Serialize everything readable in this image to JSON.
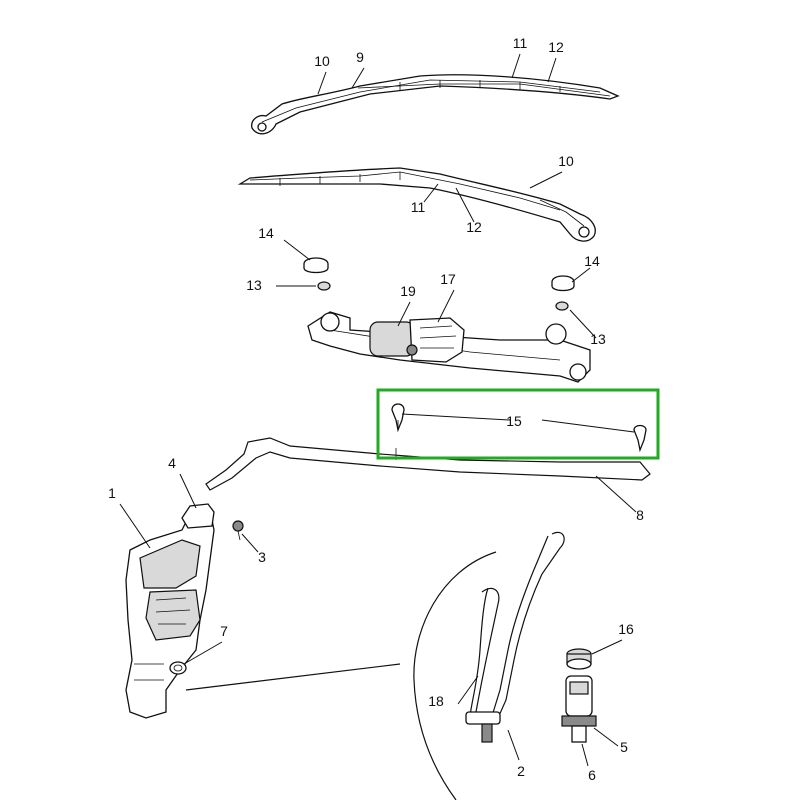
{
  "diagram": {
    "highlight_color": "#22aa22",
    "line_color": "#111111",
    "callouts": [
      {
        "id": "c1",
        "label": "1"
      },
      {
        "id": "c2",
        "label": "2"
      },
      {
        "id": "c3",
        "label": "3"
      },
      {
        "id": "c4",
        "label": "4"
      },
      {
        "id": "c5",
        "label": "5"
      },
      {
        "id": "c6",
        "label": "6"
      },
      {
        "id": "c7",
        "label": "7"
      },
      {
        "id": "c8",
        "label": "8"
      },
      {
        "id": "c9",
        "label": "9"
      },
      {
        "id": "c10a",
        "label": "10"
      },
      {
        "id": "c10b",
        "label": "10"
      },
      {
        "id": "c11a",
        "label": "11"
      },
      {
        "id": "c11b",
        "label": "11"
      },
      {
        "id": "c12a",
        "label": "12"
      },
      {
        "id": "c12b",
        "label": "12"
      },
      {
        "id": "c13a",
        "label": "13"
      },
      {
        "id": "c13b",
        "label": "13"
      },
      {
        "id": "c14a",
        "label": "14"
      },
      {
        "id": "c14b",
        "label": "14"
      },
      {
        "id": "c15",
        "label": "15"
      },
      {
        "id": "c16",
        "label": "16"
      },
      {
        "id": "c17",
        "label": "17"
      },
      {
        "id": "c18",
        "label": "18"
      },
      {
        "id": "c19",
        "label": "19"
      }
    ]
  }
}
